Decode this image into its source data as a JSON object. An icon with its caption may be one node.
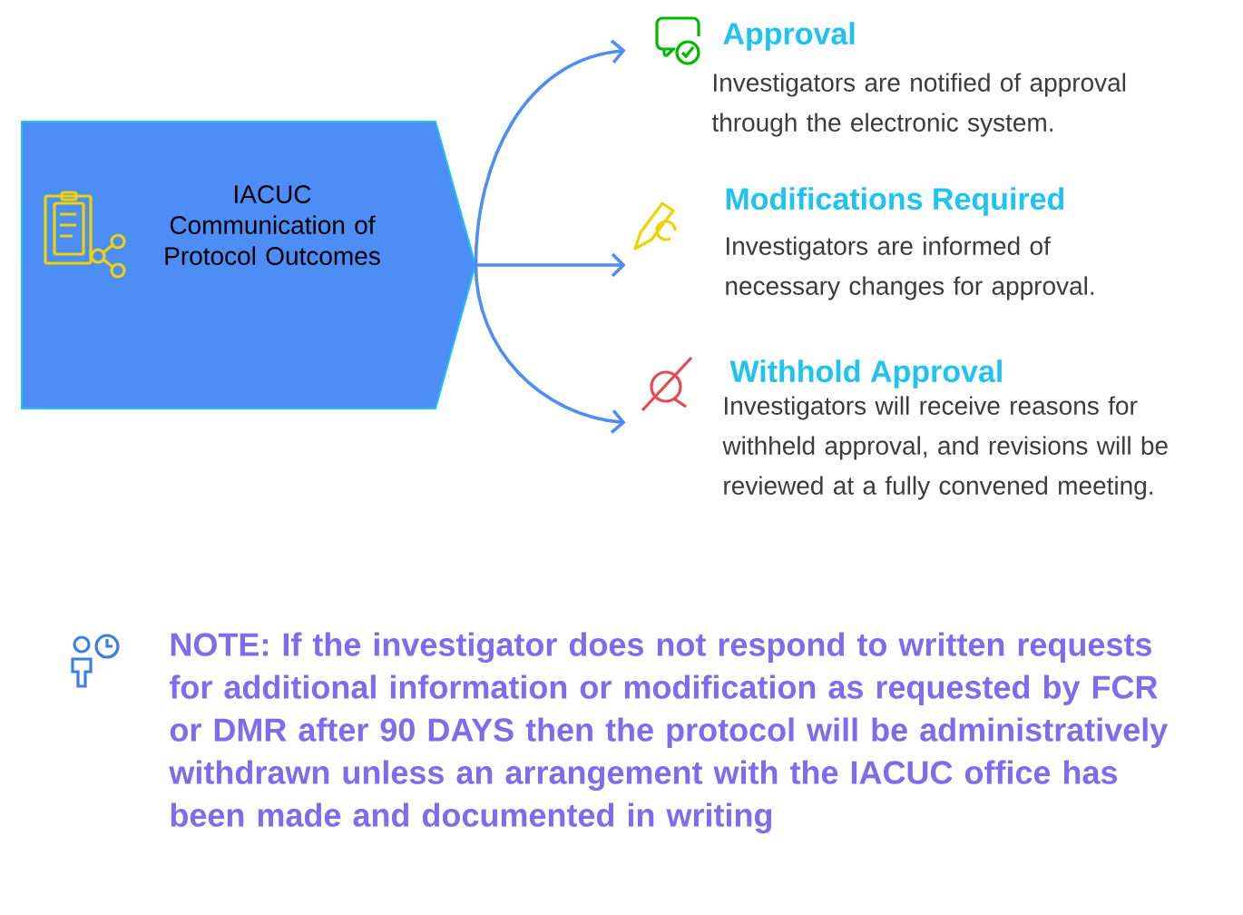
{
  "diagram": {
    "nodes": [
      {
        "text": [
          "IACUC Communication of Protocol Outcomes"
        ]
      },
      {
        "text": [
          "Approval",
          "Investigators are notified of approval through the electronic system."
        ]
      },
      {
        "text": [
          "Modifications Required",
          "Investigators are informed of necessary changes for approval."
        ]
      },
      {
        "text": [
          "Withhold Approval",
          "Investigators will receive reasons for withheld approval, and revisions will be reviewed at a fully convened meeting."
        ]
      }
    ],
    "edges": [
      {
        "from": 0,
        "to": 1,
        "arrow": "to"
      },
      {
        "from": 0,
        "to": 2,
        "arrow": "to"
      },
      {
        "from": 0,
        "to": 3,
        "arrow": "to"
      }
    ],
    "labels": [
      "NOTE:  If the investigator does not respond to written requests for additional information or modification as requested by FCR or DMR after 90 DAYS then the protocol will be administratively withdrawn unless an arrangement with the IACUC office has been made and documented in writing"
    ]
  }
}
